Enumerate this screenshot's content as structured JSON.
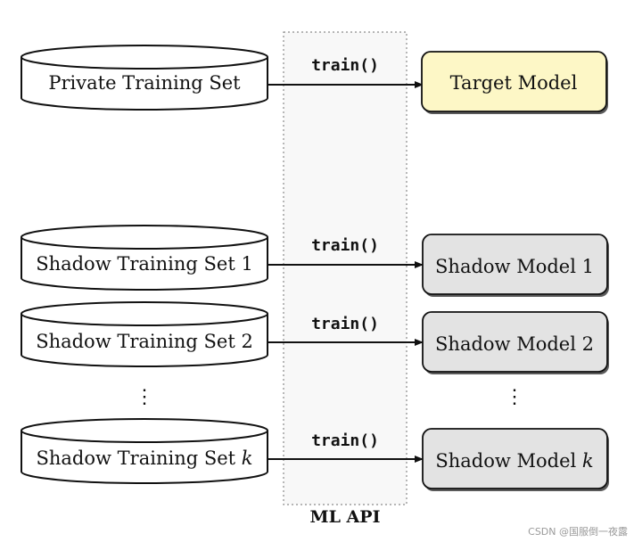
{
  "api": {
    "label": "ML API",
    "call_label": "train()"
  },
  "datasets": [
    {
      "id": "private",
      "label": "Private Training Set"
    },
    {
      "id": "shadow1",
      "label": "Shadow Training Set 1"
    },
    {
      "id": "shadow2",
      "label": "Shadow Training Set 2"
    },
    {
      "id": "shadowk",
      "label_prefix": "Shadow Training Set ",
      "label_var": "k"
    }
  ],
  "models": [
    {
      "id": "target",
      "label": "Target Model",
      "fill": "#fdf7c6"
    },
    {
      "id": "shadow1",
      "label": "Shadow Model 1",
      "fill": "#e3e3e3"
    },
    {
      "id": "shadow2",
      "label": "Shadow Model 2",
      "fill": "#e3e3e3"
    },
    {
      "id": "shadowk",
      "label_prefix": "Shadow Model ",
      "label_var": "k",
      "fill": "#e3e3e3"
    }
  ],
  "ellipsis": "⋮",
  "watermark": "CSDN @国服倒一夜露"
}
